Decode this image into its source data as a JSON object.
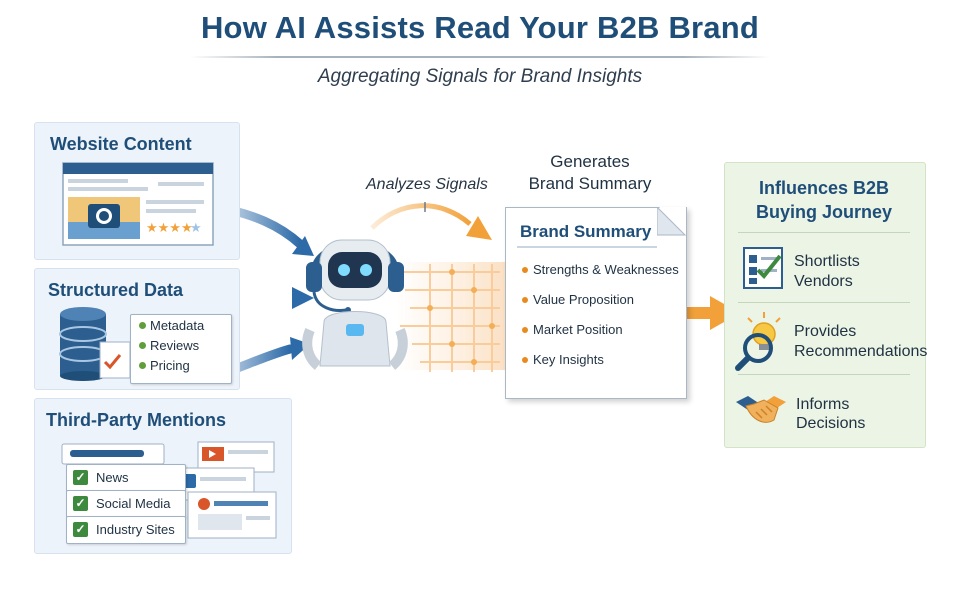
{
  "header": {
    "title": "How AI Assists Read Your B2B Brand",
    "subtitle": "Aggregating Signals for Brand Insights"
  },
  "sources": {
    "website": {
      "title": "Website Content"
    },
    "structured": {
      "title": "Structured Data",
      "items": [
        "Metadata",
        "Reviews",
        "Pricing"
      ]
    },
    "third_party": {
      "title": "Third-Party Mentions",
      "items": [
        "News",
        "Social Media",
        "Industry Sites"
      ]
    }
  },
  "flow": {
    "analyze_label": "Analyzes Signals",
    "generates_line1": "Generates",
    "generates_line2": "Brand Summary"
  },
  "summary_doc": {
    "title": "Brand Summary",
    "items": [
      "Strengths & Weaknesses",
      "Value Proposition",
      "Market Position",
      "Key Insights"
    ]
  },
  "outcomes": {
    "title_line1": "Influences B2B",
    "title_line2": "Buying Journey",
    "items": [
      {
        "line1": "Shortlists",
        "line2": "Vendors",
        "icon": "checklist-icon"
      },
      {
        "line1": "Provides",
        "line2": "Recommendations",
        "icon": "lightbulb-magnifier-icon"
      },
      {
        "line1": "Informs",
        "line2": "Decisions",
        "icon": "handshake-icon"
      }
    ]
  },
  "colors": {
    "navy": "#1f4e79",
    "blue_arrow": "#2c6aa8",
    "orange": "#f2a13a",
    "check_green": "#3d8a3f",
    "left_panel": "#edf3fa",
    "right_panel": "#ecf4e6"
  }
}
